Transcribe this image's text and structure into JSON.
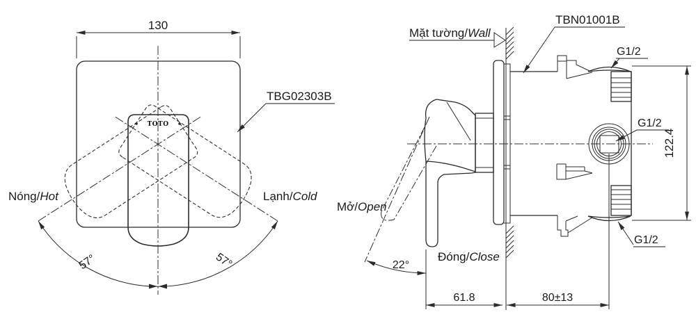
{
  "drawing": {
    "front_view": {
      "width_dim": "130",
      "model_label": "TBG02303B",
      "hot_vi": "Nóng/",
      "hot_en": "Hot",
      "cold_vi": "Lạnh/",
      "cold_en": "Cold",
      "angle_left": "57°",
      "angle_right": "57°",
      "logo": "TOTO"
    },
    "side_view": {
      "wall_vi": "Mặt tường/",
      "wall_en": "Wall",
      "model_label": "TBN01001B",
      "thread_top": "G1/2",
      "thread_mid": "G1/2",
      "thread_bottom": "G1/2",
      "height_dim": "122.4",
      "open_vi": "Mở/",
      "open_en": "Open",
      "close_vi": "Đóng/",
      "close_en": "Close",
      "open_angle": "22°",
      "handle_depth": "61.8",
      "wall_distance": "80±13"
    },
    "colors": {
      "line": "#2b2b2b",
      "text": "#1a1a1a",
      "background": "#ffffff"
    }
  }
}
